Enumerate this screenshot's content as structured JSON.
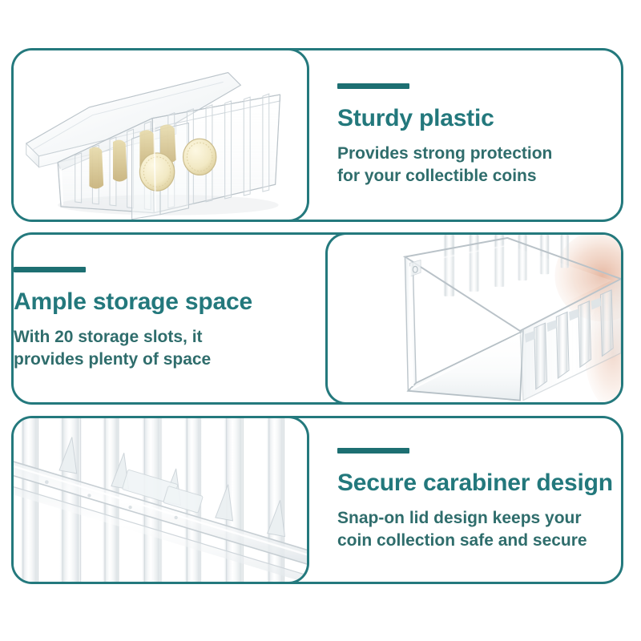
{
  "page": {
    "kind": "product-feature-infographic",
    "background_color": "#ffffff",
    "accent_color": "#24797d",
    "title_color": "#23787c",
    "body_color": "#2f6d6c",
    "border_color": "#24797d"
  },
  "panels": [
    {
      "id": "panel-1",
      "media_side": "left",
      "image_alt": "Clear acrylic coin storage box shown open at an angle with its lid lifted off, internal vertical divider slots and several gold coins inside",
      "image_name": "coin-box-with-lid-photo",
      "title": "Sturdy plastic",
      "body_lines": [
        "Provides strong protection",
        "for your collectible coins"
      ]
    },
    {
      "id": "panel-2",
      "media_side": "right",
      "image_alt": "Close-up of the empty clear acrylic box interior showing the row of vertical divider slots",
      "image_name": "box-interior-slots-photo",
      "title": "Ample storage space",
      "body_lines": [
        "With 20 storage slots, it",
        "provides plenty of space"
      ]
    },
    {
      "id": "panel-3",
      "media_side": "left",
      "image_alt": "Extreme close-up of the divider rail showing the triangular snap-on carabiner style clips",
      "image_name": "snap-on-clip-detail-photo",
      "title": "Secure carabiner design",
      "body_lines": [
        "Snap-on lid design keeps your",
        "coin collection safe and secure"
      ]
    }
  ]
}
